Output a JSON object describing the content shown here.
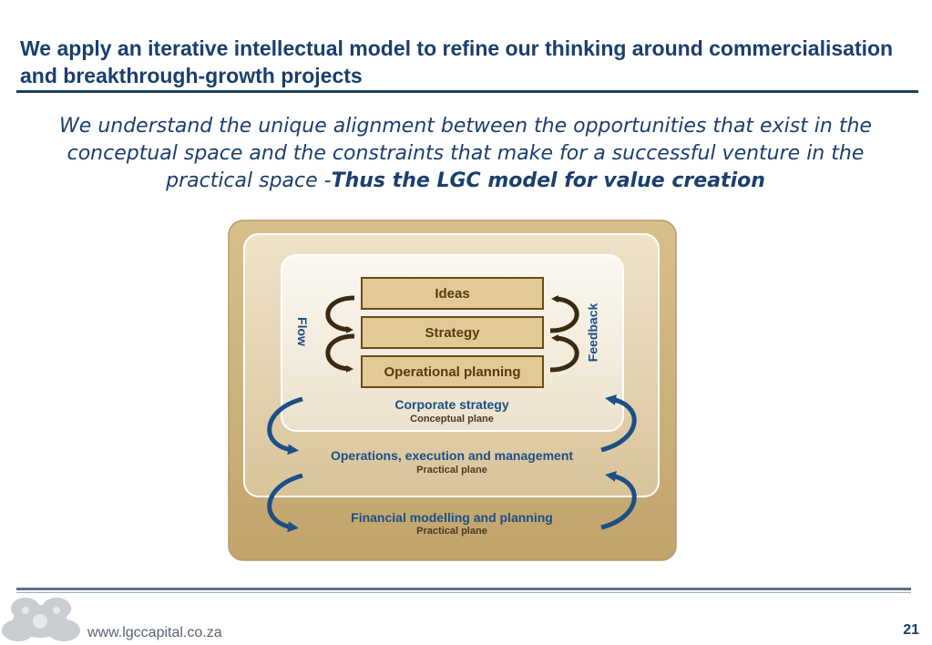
{
  "header": {
    "title": "We apply an iterative intellectual model to refine our thinking around commercialisation and breakthrough-growth projects",
    "subtitle_main": "We understand the unique alignment between the opportunities that exist in the conceptual space and the constraints that make for a successful venture in the practical space -",
    "subtitle_emphasis": "Thus the LGC model for value creation"
  },
  "diagram": {
    "boxes": [
      "Ideas",
      "Strategy",
      "Operational planning"
    ],
    "left_label": "Flow",
    "right_label": "Feedback",
    "planes": [
      {
        "title": "Corporate strategy",
        "subtitle": "Conceptual plane"
      },
      {
        "title": "Operations, execution and management",
        "subtitle": "Practical plane"
      },
      {
        "title": "Financial modelling and planning",
        "subtitle": "Practical plane"
      }
    ],
    "colors": {
      "outer_frame": "#c9ad78",
      "middle_frame": "#e2d2b0",
      "inner_frame": "#f5efe3",
      "box_fill": "#e3c996",
      "box_border": "#6b4a1e",
      "arrow_dark": "#3a2a12",
      "arrow_blue": "#1c4f86"
    }
  },
  "footer": {
    "url": "www.lgccapital.co.za",
    "page_number": "21"
  }
}
